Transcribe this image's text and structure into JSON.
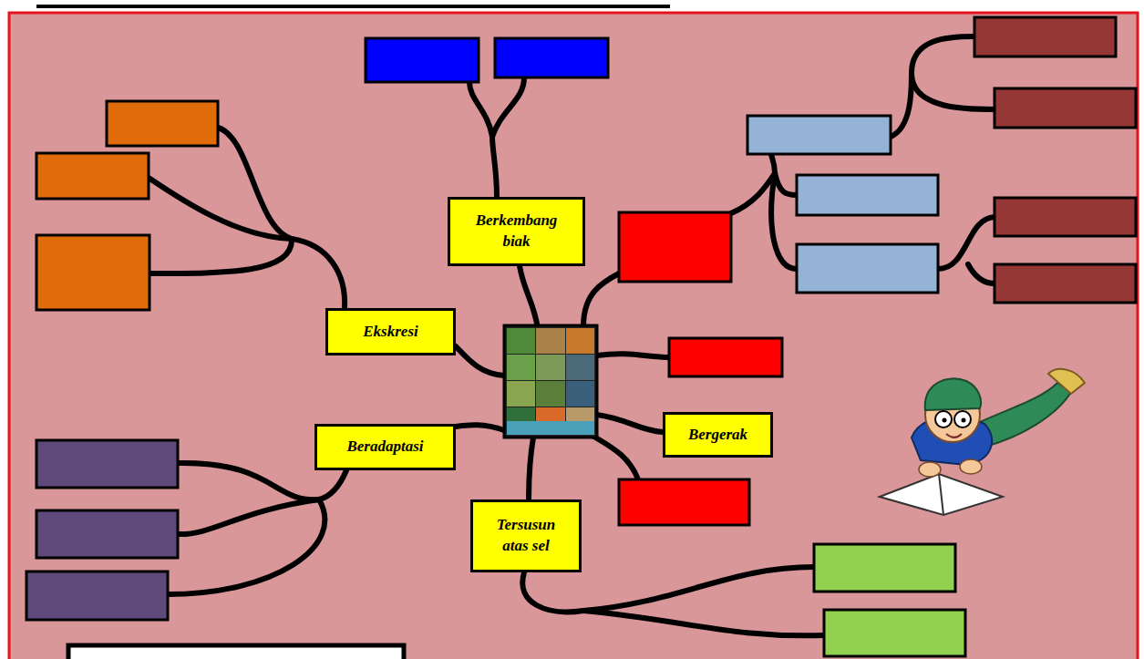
{
  "diagram": {
    "nodes": [
      {
        "text": [
          "Berkembang biak"
        ]
      },
      {
        "text": [
          "Ekskresi"
        ]
      },
      {
        "text": [
          "Bergerak"
        ]
      },
      {
        "text": [
          "Beradaptasi"
        ]
      },
      {
        "text": [
          "Tersusun atas sel"
        ]
      }
    ]
  }
}
